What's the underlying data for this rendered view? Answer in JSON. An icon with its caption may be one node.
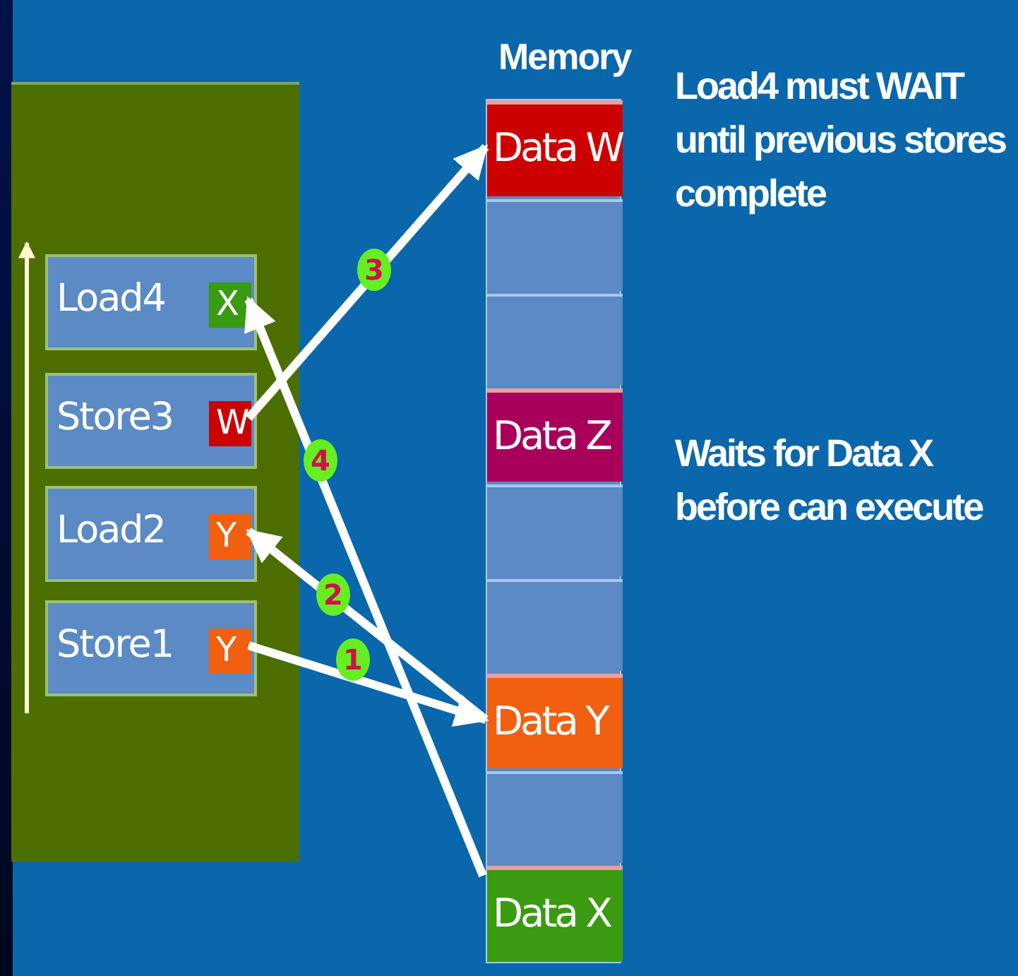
{
  "diagram": {
    "nodes": [
      {
        "text": [],
        "shape": "box"
      },
      {
        "text": [
          "Load4"
        ],
        "in": 0
      },
      {
        "text": [
          "X"
        ],
        "in": 1
      },
      {
        "text": [
          "Store3"
        ],
        "in": 0
      },
      {
        "text": [
          "W"
        ],
        "in": 3
      },
      {
        "text": [
          "Load2"
        ],
        "in": 0
      },
      {
        "text": [
          "Y"
        ],
        "in": 5
      },
      {
        "text": [
          "Store1"
        ],
        "in": 0
      },
      {
        "text": [
          "Y"
        ],
        "in": 7
      },
      {
        "text": [
          "Memory"
        ]
      },
      {
        "text": [
          "Data W"
        ],
        "in": 9
      },
      {
        "text": [],
        "shape": "box",
        "in": 9
      },
      {
        "text": [],
        "shape": "box",
        "in": 9
      },
      {
        "text": [
          "Data Z"
        ],
        "in": 9
      },
      {
        "text": [],
        "shape": "box",
        "in": 9
      },
      {
        "text": [],
        "shape": "box",
        "in": 9
      },
      {
        "text": [
          "Data Y"
        ],
        "in": 9
      },
      {
        "text": [],
        "shape": "box",
        "in": 9
      },
      {
        "text": [
          "Data X"
        ],
        "in": 9
      }
    ],
    "edges": [
      {
        "from": 4,
        "to": 10,
        "arrow": "to",
        "label": "3"
      },
      {
        "from": 18,
        "to": 2,
        "arrow": "to",
        "label": "4"
      },
      {
        "from": 16,
        "to": 6,
        "arrow": "to",
        "label": "2"
      },
      {
        "from": 8,
        "to": 16,
        "arrow": "to",
        "label": "1"
      }
    ],
    "labels": [
      "Load4 must WAIT until previous stores complete",
      "Waits for Data X before can execute"
    ]
  }
}
